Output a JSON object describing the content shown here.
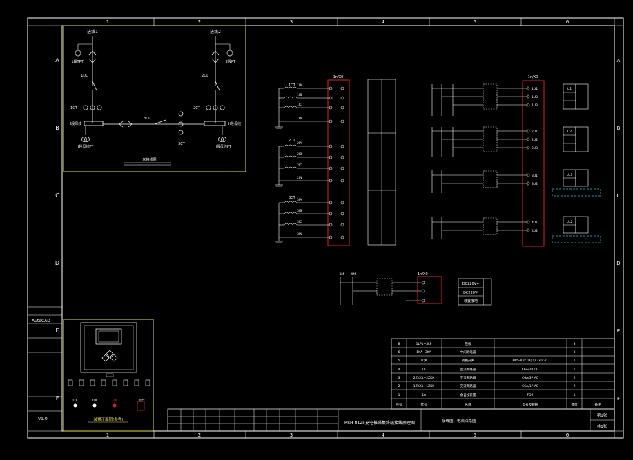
{
  "grid": {
    "cols": [
      "1",
      "2",
      "3",
      "4",
      "5",
      "6"
    ],
    "rows": [
      "A",
      "B",
      "C",
      "D",
      "E",
      "F"
    ]
  },
  "one_line": {
    "source1": "进线1",
    "source2": "进线2",
    "pt1": "1段TPT",
    "pt2": "2段PT",
    "breaker1": "1DL",
    "breaker2": "2DL",
    "tie": "3DL",
    "ct1": "1CT",
    "ct2": "2CT",
    "ct3": "3CT",
    "bus1": "I段母线",
    "bus2": "II段母线",
    "bus_pt1": "I段母线PT",
    "bus_pt2": "II段母线PT",
    "caption": "一次接线图"
  },
  "current_terminals": {
    "header": "1n/X0",
    "groups": [
      {
        "ct": "1CT",
        "phases": [
          "1IA",
          "1IB",
          "1IC",
          "1IN"
        ]
      },
      {
        "ct": "2CT",
        "phases": [
          "2IA",
          "2IB",
          "2IC",
          "2IN"
        ]
      },
      {
        "ct": "3CT",
        "phases": [
          "3IA",
          "3IB",
          "3IC",
          "3IN"
        ]
      }
    ]
  },
  "voltage_terminals": {
    "header": "1n/X0",
    "rows": [
      "1U1",
      "1U2",
      "1U3",
      "2U1",
      "2U2",
      "2U3",
      "3U1",
      "3U2",
      "4U1",
      "4U2"
    ],
    "tags": [
      "U1",
      "U2",
      "UL1",
      "UL2"
    ]
  },
  "dc_power": {
    "header": "1n/X0",
    "inputs": [
      "+KM",
      "-KM"
    ],
    "items": [
      "DC220V+",
      "DC220V-",
      "装置接地"
    ]
  },
  "panel": {
    "indicators": [
      "1DL",
      "2DL",
      "3DL",
      "运行"
    ],
    "caption": "装置正面图(参考)"
  },
  "left_strip": {
    "software": "AutoCAD",
    "version": "V1.0"
  },
  "equipment_table": {
    "rows": [
      {
        "no": "8",
        "code": "1LP1~3LP",
        "name": "压板",
        "model": "",
        "qty": "3"
      },
      {
        "no": "6",
        "code": "1KA~3KA",
        "name": "中间继电器",
        "model": "",
        "qty": "3"
      },
      {
        "no": "5",
        "code": "1QK",
        "name": "转换开关",
        "model": "HRS-Ri/K1B(J1) 2x-V3C",
        "qty": "1"
      },
      {
        "no": "4",
        "code": "1K",
        "name": "直流断路器",
        "model": "C6A/2P DC",
        "qty": "1"
      },
      {
        "no": "3",
        "code": "2ZKK1~2ZKK",
        "name": "交流断路器",
        "model": "C6A/3P AC",
        "qty": "2"
      },
      {
        "no": "2",
        "code": "1ZKK1~1ZKK",
        "name": "交流断路器",
        "model": "C6A/1P AC",
        "qty": "2"
      },
      {
        "no": "1",
        "code": "1n",
        "name": "备自投装置",
        "model": "FD2",
        "qty": "1"
      }
    ],
    "header": [
      "序号",
      "代号",
      "名称",
      "型号及规格",
      "数量",
      "备注"
    ]
  },
  "title_block": {
    "drawing_title": "RSH-8125充电桩采集终端接线原理图",
    "subtitle": "接线图、电流回路图",
    "sheet_label": "第1张",
    "sheet_total": "共1张"
  }
}
